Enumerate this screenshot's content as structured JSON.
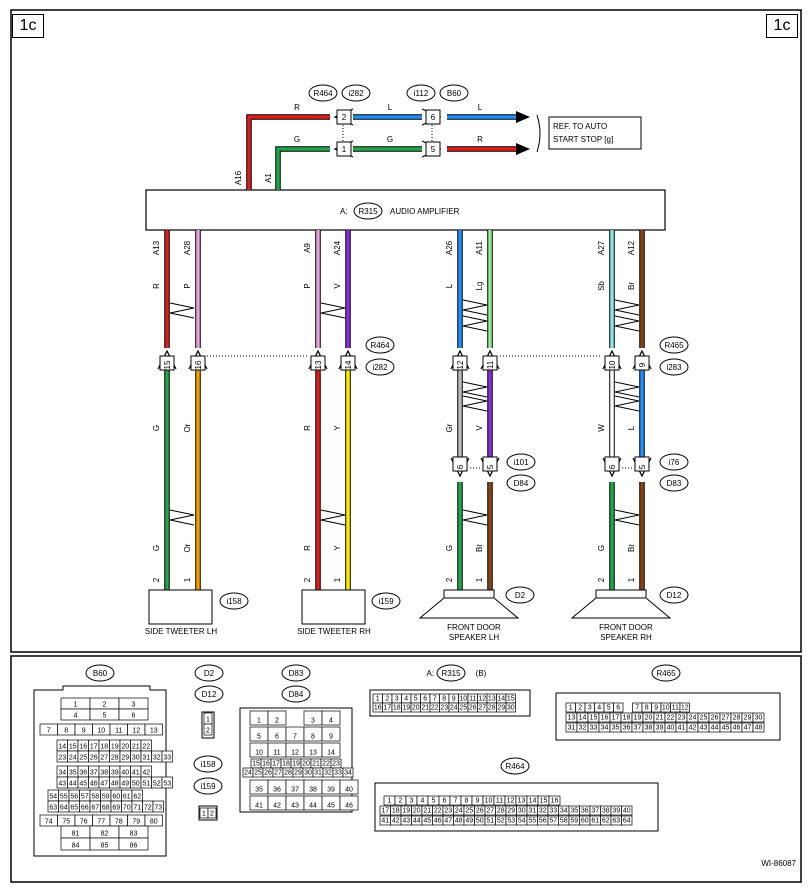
{
  "page_tag": "1c",
  "amplifier": {
    "prefix": "A:",
    "id": "R315",
    "label": "AUDIO AMPLIFIER"
  },
  "auto_start": {
    "line1": "REF. TO AUTO",
    "line2": "START STOP [g]",
    "r464": "R464",
    "i282": "i282",
    "i112": "i112",
    "b60": "B60"
  },
  "top_wires": [
    {
      "pin": "A16",
      "c1": "R",
      "conn_a": "2",
      "c2": "L",
      "conn_b": "6",
      "c3": "L",
      "color_a": "#e31b1b",
      "color_b": "#1e90ff",
      "color_c": "#1e90ff"
    },
    {
      "pin": "A1",
      "c1": "G",
      "conn_a": "1",
      "c2": "G",
      "conn_b": "5",
      "c3": "R",
      "color_a": "#1ea84a",
      "color_b": "#1ea84a",
      "color_c": "#e31b1b"
    }
  ],
  "mid_connectors": {
    "r464": "R464",
    "i282": "i282",
    "r465": "R465",
    "i283": "i283",
    "i101": "i101",
    "d84": "D84",
    "i76": "i76",
    "d83": "D83"
  },
  "circuits": [
    {
      "pin": "A13",
      "c1": "R",
      "mid": "15",
      "c2": "G",
      "c3": "G",
      "end": "2",
      "col1": "#e31b1b",
      "col2": "#1ea84a"
    },
    {
      "pin": "A28",
      "c1": "P",
      "mid": "16",
      "c2": "Or",
      "c3": "Or",
      "end": "1",
      "col1": "#e8a0e0",
      "col2": "#f5a000"
    },
    {
      "pin": "A9",
      "c1": "P",
      "mid": "13",
      "c2": "R",
      "c3": "R",
      "end": "2",
      "col1": "#e8a0e0",
      "col2": "#e31b1b"
    },
    {
      "pin": "A24",
      "c1": "V",
      "mid": "14",
      "c2": "Y",
      "c3": "Y",
      "end": "1",
      "col1": "#8a2be2",
      "col2": "#ffee00"
    },
    {
      "pin": "A26",
      "c1": "L",
      "mid": "12",
      "c2": "Gr",
      "c2b": "6",
      "c3": "G",
      "end": "2",
      "col1": "#1e90ff",
      "col2": "#bbbbbb",
      "col3": "#1ea84a"
    },
    {
      "pin": "A11",
      "c1": "Lg",
      "mid": "11",
      "c2": "V",
      "c2b": "5",
      "c3": "Br",
      "end": "1",
      "col1": "#90ee90",
      "col2": "#8a2be2",
      "col3": "#8b4513"
    },
    {
      "pin": "A27",
      "c1": "Sb",
      "mid": "10",
      "c2": "W",
      "c2b": "6",
      "c3": "G",
      "end": "2",
      "col1": "#87e8e8",
      "col2": "#ffffff",
      "col3": "#1ea84a"
    },
    {
      "pin": "A12",
      "c1": "Br",
      "mid": "9",
      "c2": "L",
      "c2b": "5",
      "c3": "Br",
      "end": "1",
      "col1": "#8b4513",
      "col2": "#1e90ff",
      "col3": "#8b4513"
    }
  ],
  "devices": [
    {
      "id": "i158",
      "label1": "SIDE TWEETER LH",
      "label2": ""
    },
    {
      "id": "i159",
      "label1": "SIDE TWEETER RH",
      "label2": ""
    },
    {
      "id": "D2",
      "label1": "FRONT DOOR",
      "label2": "SPEAKER LH"
    },
    {
      "id": "D12",
      "label1": "FRONT DOOR",
      "label2": "SPEAKER RH"
    }
  ],
  "connector_views": {
    "b60": "B60",
    "d2": "D2",
    "d12": "D12",
    "i158": "i158",
    "i159": "i159",
    "d83": "D83",
    "d84": "D84",
    "r315_prefix": "A:",
    "r315": "R315",
    "r315_suffix": "(B)",
    "r465": "R465",
    "r464": "R464"
  },
  "b60_rows": [
    [
      "1",
      "2",
      "3"
    ],
    [
      "4",
      "5",
      "6"
    ],
    [
      "7",
      "8",
      "9",
      "10",
      "11",
      "12",
      "13"
    ],
    [
      "14",
      "15",
      "16",
      "17",
      "18",
      "19",
      "20",
      "21",
      "22"
    ],
    [
      "23",
      "24",
      "25",
      "26",
      "27",
      "28",
      "29",
      "30",
      "31",
      "32",
      "33"
    ],
    [
      "34",
      "35",
      "36",
      "37",
      "38",
      "39",
      "40",
      "41",
      "42"
    ],
    [
      "43",
      "44",
      "45",
      "46",
      "47",
      "48",
      "49",
      "50",
      "51",
      "52",
      "53"
    ],
    [
      "54",
      "55",
      "56",
      "57",
      "58",
      "59",
      "60",
      "61",
      "62"
    ],
    [
      "63",
      "64",
      "65",
      "66",
      "67",
      "68",
      "69",
      "70",
      "71",
      "72",
      "73"
    ],
    [
      "74",
      "75",
      "76",
      "77",
      "78",
      "79",
      "80"
    ],
    [
      "81",
      "82",
      "83"
    ],
    [
      "84",
      "85",
      "86"
    ]
  ],
  "d2_pins": [
    "1",
    "2"
  ],
  "i158_pins": [
    "1",
    "2"
  ],
  "d83_rows": [
    [
      "1",
      "2",
      "",
      "3",
      "4"
    ],
    [
      "5",
      "6",
      "7",
      "8",
      "9"
    ],
    [
      "10",
      "11",
      "12",
      "13",
      "14"
    ],
    [
      "15",
      "16",
      "17",
      "18",
      "19",
      "20",
      "21",
      "22",
      "23"
    ],
    [
      "24",
      "25",
      "26",
      "27",
      "28",
      "29",
      "30",
      "31",
      "32",
      "33",
      "34"
    ],
    [
      "35",
      "36",
      "37",
      "38",
      "39",
      "40"
    ],
    [
      "41",
      "42",
      "43",
      "44",
      "45",
      "46"
    ]
  ],
  "r315_rows": [
    [
      "1",
      "2",
      "3",
      "4",
      "5",
      "6",
      "7",
      "8",
      "9",
      "10",
      "11",
      "12",
      "13",
      "14",
      "15"
    ],
    [
      "16",
      "17",
      "18",
      "19",
      "20",
      "21",
      "22",
      "23",
      "24",
      "25",
      "26",
      "27",
      "28",
      "29",
      "30"
    ]
  ],
  "r465_rows": [
    [
      "1",
      "2",
      "3",
      "4",
      "5",
      "6",
      "",
      "7",
      "8",
      "9",
      "10",
      "11",
      "12"
    ],
    [
      "13",
      "14",
      "15",
      "16",
      "17",
      "18",
      "19",
      "20",
      "21",
      "22",
      "23",
      "24",
      "25",
      "26",
      "27",
      "28",
      "29",
      "30"
    ],
    [
      "31",
      "32",
      "33",
      "34",
      "35",
      "36",
      "37",
      "38",
      "39",
      "40",
      "41",
      "42",
      "43",
      "44",
      "45",
      "46",
      "47",
      "48"
    ]
  ],
  "r464_rows": [
    [
      "1",
      "2",
      "3",
      "4",
      "5",
      "6",
      "7",
      "8",
      "9",
      "10",
      "11",
      "12",
      "13",
      "14",
      "15",
      "16"
    ],
    [
      "17",
      "18",
      "19",
      "20",
      "21",
      "22",
      "23",
      "24",
      "25",
      "26",
      "27",
      "28",
      "29",
      "30",
      "31",
      "32",
      "33",
      "34",
      "35",
      "36",
      "37",
      "38",
      "39",
      "40"
    ],
    [
      "41",
      "42",
      "43",
      "44",
      "45",
      "46",
      "47",
      "48",
      "49",
      "50",
      "51",
      "52",
      "53",
      "54",
      "55",
      "56",
      "57",
      "58",
      "59",
      "60",
      "61",
      "62",
      "63",
      "64"
    ]
  ],
  "figure_id": "WI-86087"
}
